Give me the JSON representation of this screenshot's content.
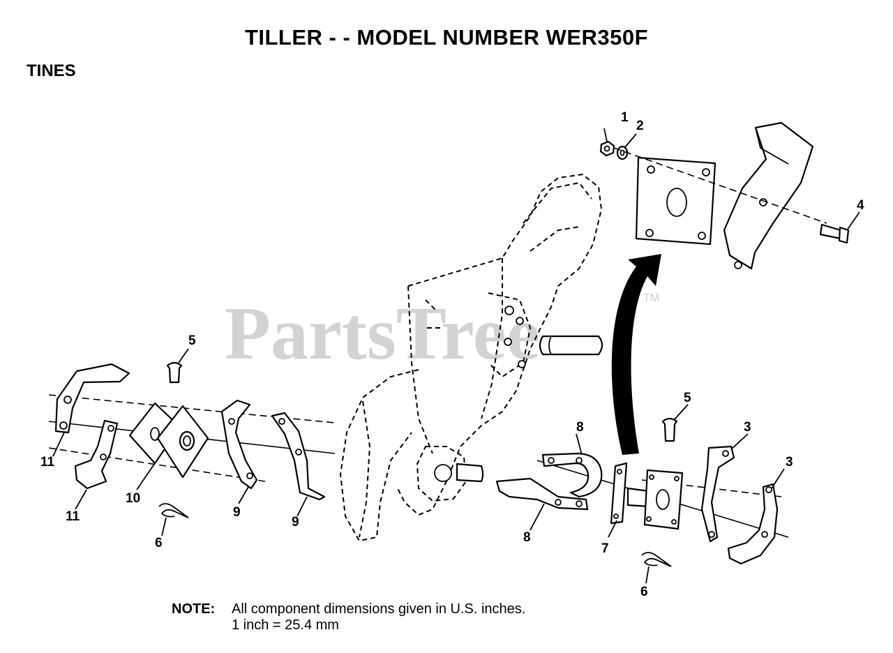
{
  "title": "TILLER - - MODEL NUMBER WER350F",
  "section": "TINES",
  "watermark": "PartsTree",
  "watermark_tm": "TM",
  "note": {
    "label": "NOTE:",
    "line1": "All component dimensions given in U.S. inches.",
    "line2": "1 inch = 25.4 mm"
  },
  "callouts": {
    "c1": "1",
    "c2": "2",
    "c3a": "3",
    "c3b": "3",
    "c4": "4",
    "c5a": "5",
    "c5b": "5",
    "c6a": "6",
    "c6b": "6",
    "c7": "7",
    "c8a": "8",
    "c8b": "8",
    "c9a": "9",
    "c9b": "9",
    "c10": "10",
    "c11a": "11",
    "c11b": "11"
  }
}
